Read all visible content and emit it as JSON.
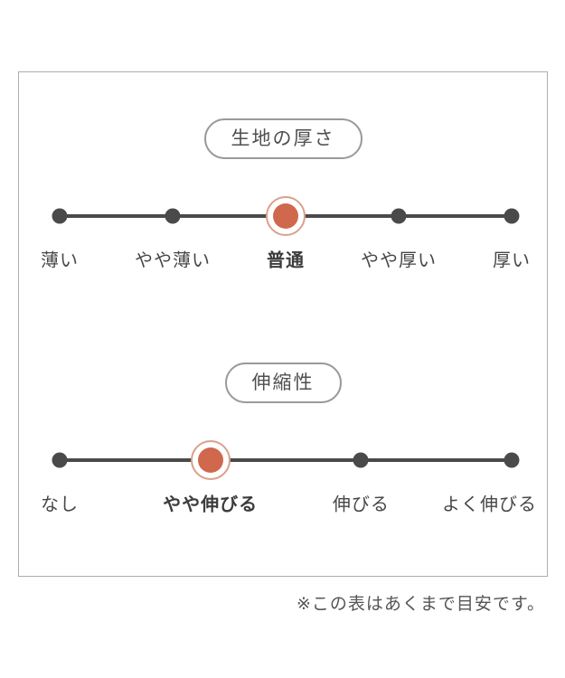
{
  "panel": {
    "note": "※この表はあくまで目安です。"
  },
  "colors": {
    "accent": "#d0684e",
    "accent_ring": "#d9a08c",
    "scale_ink": "#4a4a4a",
    "frame_border": "#adadad",
    "pill_border": "#9a9a9a"
  },
  "scales": [
    {
      "title": "生地の厚さ",
      "selected_index": 2,
      "selected_label": "普通",
      "options": [
        {
          "label": "薄い"
        },
        {
          "label": "やや薄い"
        },
        {
          "label": "普通"
        },
        {
          "label": "やや厚い"
        },
        {
          "label": "厚い"
        }
      ]
    },
    {
      "title": "伸縮性",
      "selected_index": 1,
      "selected_label": "やや伸びる",
      "options": [
        {
          "label": "なし"
        },
        {
          "label": "やや伸びる"
        },
        {
          "label": "伸びる"
        },
        {
          "label": "よく伸びる"
        }
      ]
    }
  ]
}
